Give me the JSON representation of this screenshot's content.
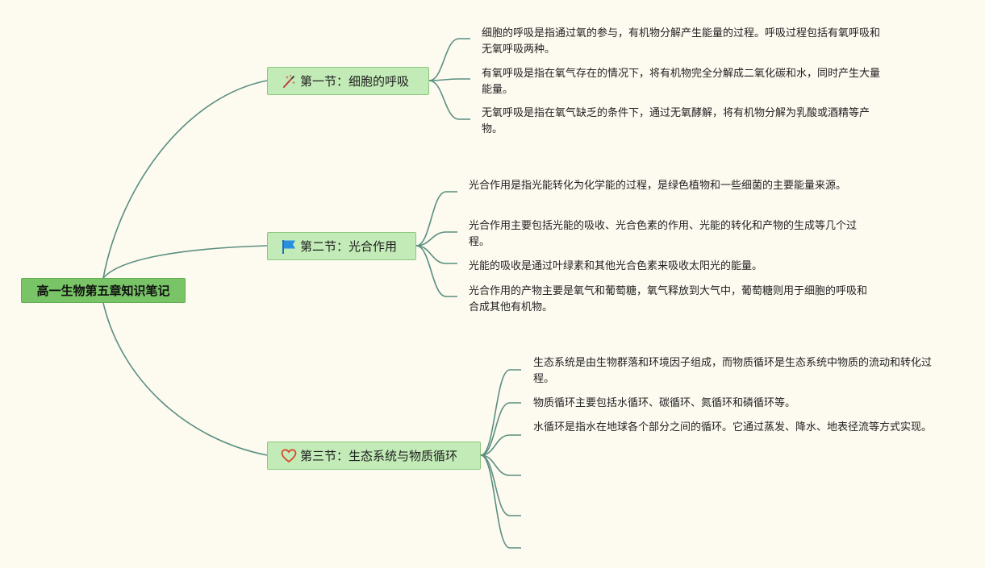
{
  "root": {
    "title": "高一生物第五章知识笔记"
  },
  "branches": [
    {
      "icon": "magic-wand-icon",
      "title": "第一节：细胞的呼吸",
      "items": [
        "细胞的呼吸是指通过氧的参与，有机物分解产生能量的过程。呼吸过程包括有氧呼吸和无氧呼吸两种。",
        "有氧呼吸是指在氧气存在的情况下，将有机物完全分解成二氧化碳和水，同时产生大量能量。",
        "无氧呼吸是指在氧气缺乏的条件下，通过无氧酵解，将有机物分解为乳酸或酒精等产物。"
      ]
    },
    {
      "icon": "flag-icon",
      "title": "第二节：光合作用",
      "items": [
        "光合作用是指光能转化为化学能的过程，是绿色植物和一些细菌的主要能量来源。",
        "光合作用主要包括光能的吸收、光合色素的作用、光能的转化和产物的生成等几个过程。",
        "光能的吸收是通过叶绿素和其他光合色素来吸收太阳光的能量。",
        "光合作用的产物主要是氧气和葡萄糖，氧气释放到大气中，葡萄糖则用于细胞的呼吸和合成其他有机物。"
      ]
    },
    {
      "icon": "heart-icon",
      "title": "第三节：生态系统与物质循环",
      "items": [
        "生态系统是由生物群落和环境因子组成，而物质循环是生态系统中物质的流动和转化过程。",
        "物质循环主要包括水循环、碳循环、氮循环和磷循环等。",
        "水循环是指水在地球各个部分之间的循环。它通过蒸发、降水、地表径流等方式实现。",
        "",
        "",
        ""
      ]
    }
  ],
  "colors": {
    "background": "#fdfaf0",
    "root_fill": "#78c466",
    "branch_fill": "#c2ebb7",
    "connector": "#5a8f80",
    "flag": "#2b8fe0",
    "heart": "#d9472b",
    "wand": "#e04848"
  }
}
